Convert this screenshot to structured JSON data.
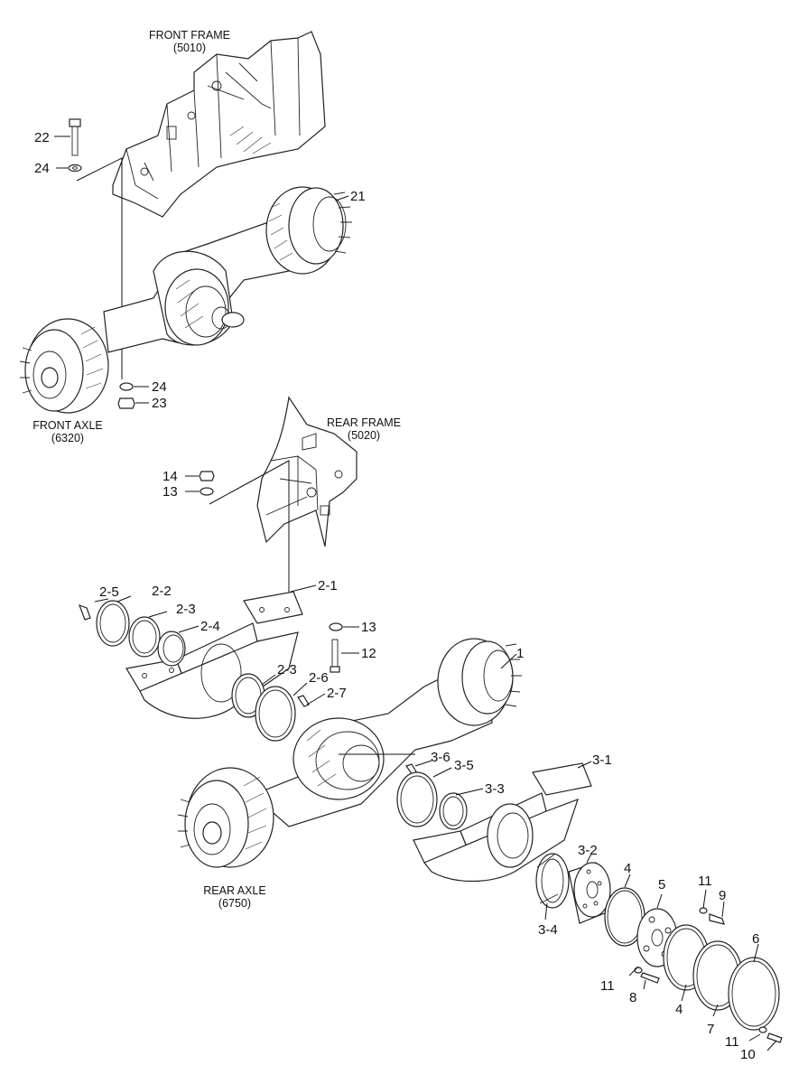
{
  "captions": {
    "front_frame": {
      "line1": "FRONT FRAME",
      "line2": "(5010)"
    },
    "front_axle": {
      "line1": "FRONT AXLE",
      "line2": "(6320)"
    },
    "rear_frame": {
      "line1": "REAR FRAME",
      "line2": "(5020)"
    },
    "rear_axle": {
      "line1": "REAR AXLE",
      "line2": "(6750)"
    }
  },
  "callouts": {
    "c22": "22",
    "c24a": "24",
    "c21": "21",
    "c24b": "24",
    "c23": "23",
    "c14": "14",
    "c13a": "13",
    "c25": "2-5",
    "c22b": "2-2",
    "c23a": "2-3",
    "c24p": "2-4",
    "c21p": "2-1",
    "c13b": "13",
    "c12": "12",
    "c1": "1",
    "c23b": "2-3",
    "c26": "2-6",
    "c27": "2-7",
    "c36": "3-6",
    "c35": "3-5",
    "c31": "3-1",
    "c33": "3-3",
    "c32": "3-2",
    "c34": "3-4",
    "c4a": "4",
    "c5": "5",
    "c11a": "11",
    "c9": "9",
    "c11b": "11",
    "c8": "8",
    "c4b": "4",
    "c7": "7",
    "c6": "6",
    "c11c": "11",
    "c10": "10"
  }
}
